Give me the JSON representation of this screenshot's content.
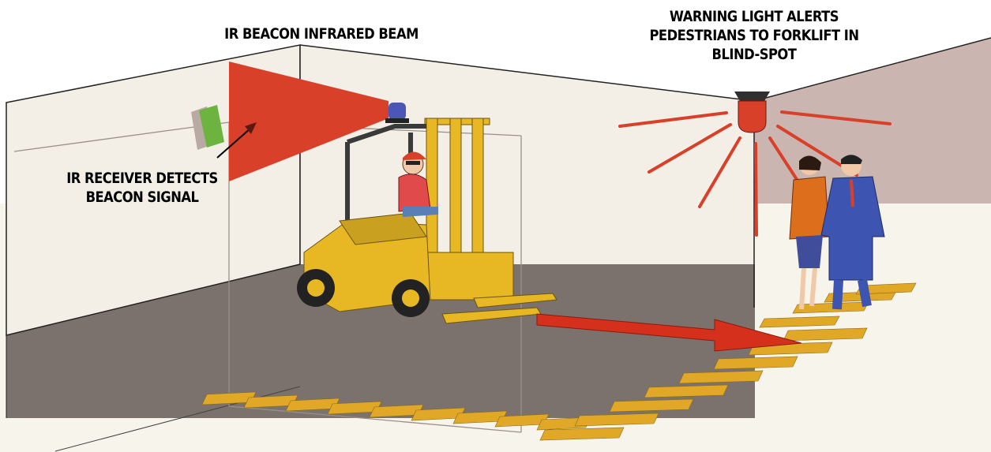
{
  "labels": {
    "beam": "IR BEACON INFRARED BEAM",
    "warning": [
      "WARNING LIGHT ALERTS",
      "PEDESTRIANS TO FORKLIFT IN",
      "BLIND-SPOT"
    ],
    "receiver": [
      "IR RECEIVER DETECTS",
      "BEACON SIGNAL"
    ]
  },
  "colors": {
    "beam": "#d9402a",
    "warning_light": "#d9402a",
    "forklift": "#e8b824",
    "floor": "#7c726d",
    "wall": "#f3efe6",
    "right_wall": "#cbb5b1",
    "receiver": "#6db33f",
    "walkway_marks": "#e0a826",
    "arrow": "#d5301c"
  }
}
